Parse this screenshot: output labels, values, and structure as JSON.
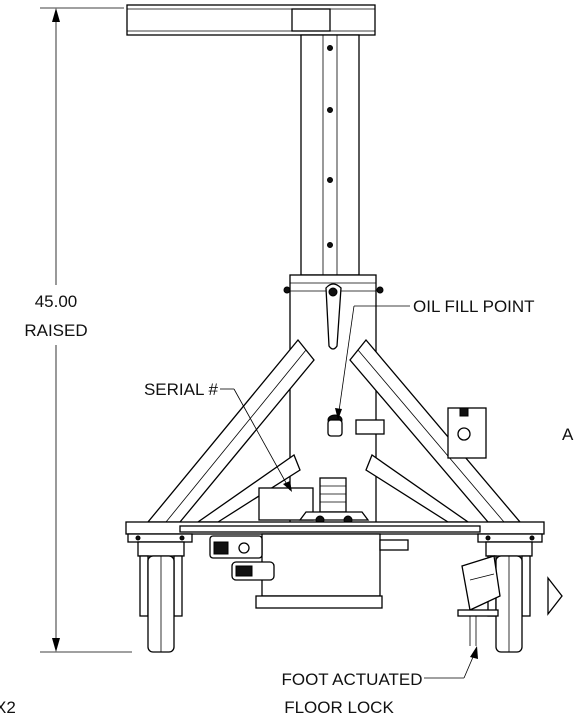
{
  "drawing": {
    "dimension": {
      "value": "45.00",
      "qualifier": "RAISED"
    },
    "callouts": {
      "oil_fill": "OIL FILL POINT",
      "serial": "SERIAL #",
      "foot_lock_line1": "FOOT ACTUATED",
      "foot_lock_line2": "FLOOR LOCK"
    },
    "edge_fragments": {
      "right_letter": "A",
      "left_bottom": "X2"
    }
  }
}
